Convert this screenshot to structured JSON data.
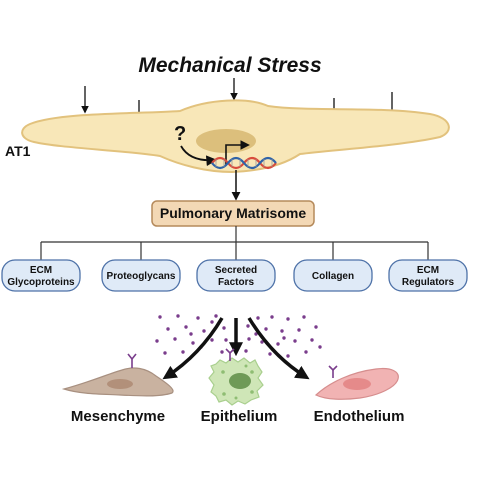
{
  "title": "Mechanical Stress",
  "cell_label": "AT1",
  "unknown_mark": "?",
  "central_box": "Pulmonary Matrisome",
  "categories": [
    [
      "ECM",
      "Glycoproteins"
    ],
    [
      "Proteoglycans"
    ],
    [
      "Secreted",
      "Factors"
    ],
    [
      "Collagen"
    ],
    [
      "ECM",
      "Regulators"
    ]
  ],
  "targets": [
    "Mesenchyme",
    "Epithelium",
    "Endothelium"
  ],
  "colors": {
    "cell_fill": "#f8e7b8",
    "cell_stroke": "#e2c27d",
    "nucleus": "#dcbf7c",
    "box_fill": "#f3d8b5",
    "box_stroke": "#b58a5b",
    "pill_fill": "#dfeaf7",
    "pill_stroke": "#4e72a8",
    "dot": "#7a3d8c",
    "dna_red": "#d94b3c",
    "dna_blue": "#2f63a8",
    "mesenchyme": "#c9b2a0",
    "epithelium": "#cfe6b7",
    "endothelium": "#f1b3b3"
  },
  "icons": [
    "down-arrow-icon",
    "dna-helix-icon",
    "transcription-arrow-icon",
    "receptor-icon"
  ]
}
